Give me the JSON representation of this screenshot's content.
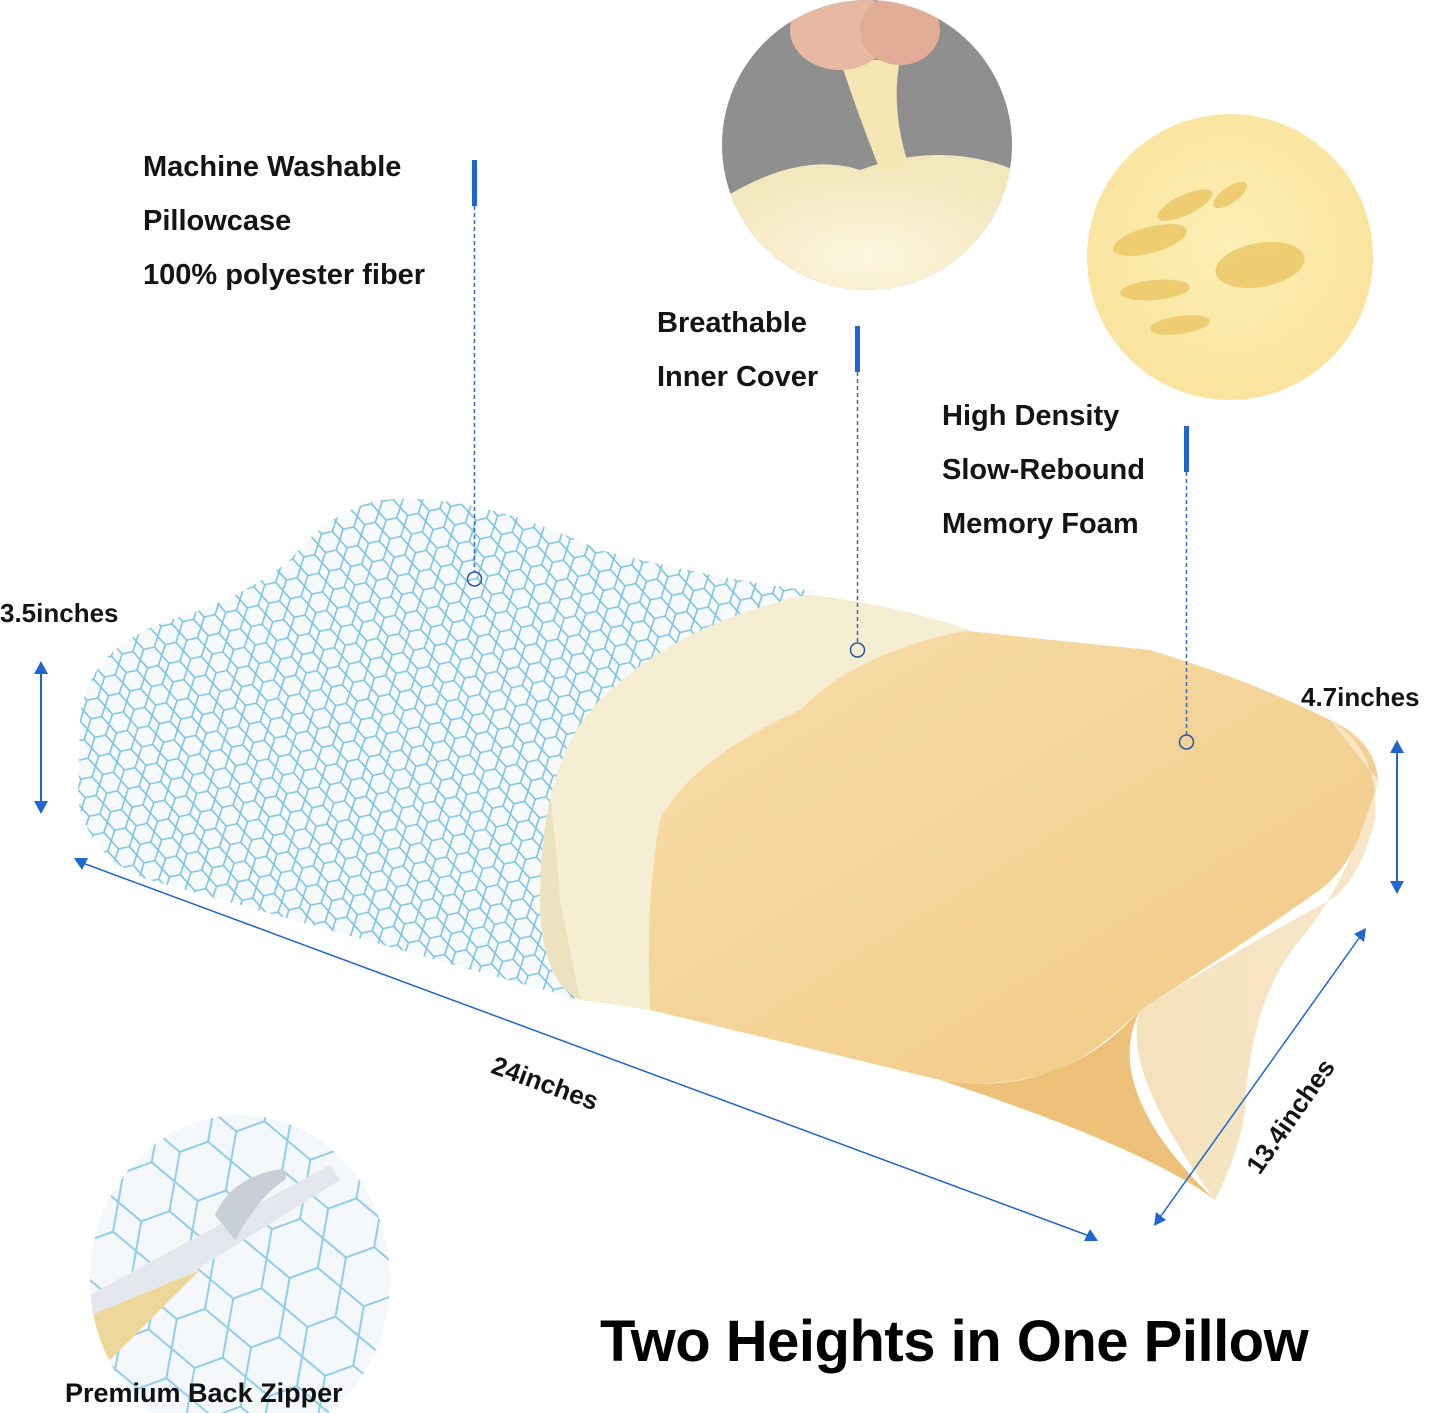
{
  "callouts": {
    "pillowcase": {
      "lines": [
        "Machine Washable",
        "Pillowcase",
        "100% polyester fiber"
      ]
    },
    "inner_cover": {
      "lines": [
        "Breathable",
        "Inner Cover"
      ]
    },
    "foam": {
      "lines": [
        "High Density",
        "Slow-Rebound",
        "Memory Foam"
      ]
    }
  },
  "dimensions": {
    "low_height": "3.5inches",
    "high_height": "4.7inches",
    "length": "24inches",
    "width": "13.4inches"
  },
  "zipper_label": "Premium Back Zipper",
  "headline": "Two Heights in One Pillow",
  "colors": {
    "accent_blue": "#1f66d1",
    "foam_yellow": "#f3d699",
    "inner_cover": "#f4ecd0",
    "hex_pattern": "#7cc3e2"
  }
}
